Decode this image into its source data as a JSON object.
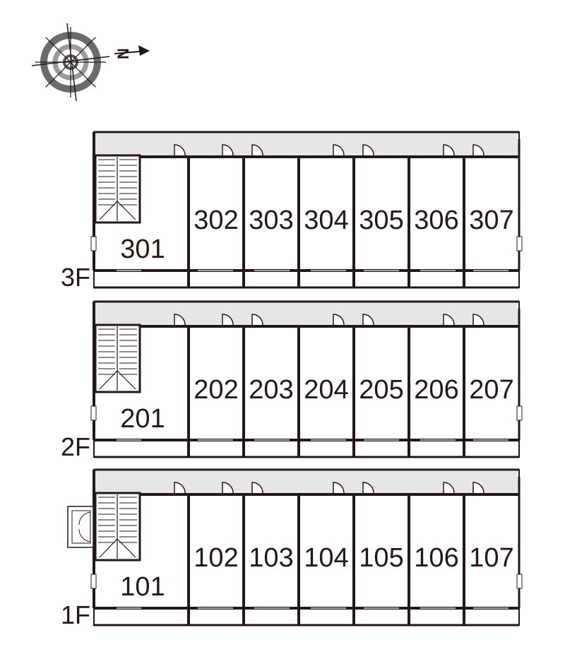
{
  "compass": {
    "north_label": "N",
    "icon": "compass-rose-icon"
  },
  "colors": {
    "line": "#231815",
    "corridor": "#e6e6e6",
    "background": "#ffffff"
  },
  "floors": [
    {
      "id": "3f",
      "label": "3F",
      "stair_units": [
        "301"
      ],
      "units": [
        "302",
        "303",
        "304",
        "305",
        "306",
        "307"
      ]
    },
    {
      "id": "2f",
      "label": "2F",
      "stair_units": [
        "201"
      ],
      "units": [
        "202",
        "203",
        "204",
        "205",
        "206",
        "207"
      ]
    },
    {
      "id": "1f",
      "label": "1F",
      "stair_units": [
        "101"
      ],
      "units": [
        "102",
        "103",
        "104",
        "105",
        "106",
        "107"
      ],
      "entrance_icon": "entrance-door-icon"
    }
  ]
}
